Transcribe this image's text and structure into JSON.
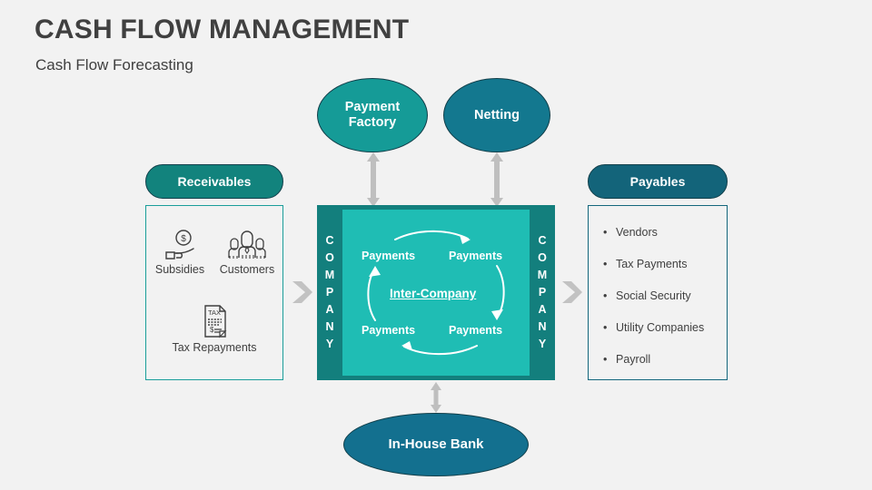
{
  "header": {
    "title": "CASH FLOW MANAGEMENT",
    "subtitle": "Cash Flow Forecasting"
  },
  "colors": {
    "background": "#f2f2f2",
    "title_text": "#404040",
    "teal_light": "#1FBDB4",
    "teal_mid": "#159B97",
    "teal_dark": "#137F7D",
    "blue_teal": "#13788F",
    "blue_dark": "#13647A",
    "outline": "#123f4a",
    "arrow_gray": "#bfbfbf",
    "body_text": "#3f3f3f"
  },
  "nodes": {
    "payment_factory": {
      "label": "Payment Factory",
      "line1": "Payment",
      "line2": "Factory",
      "shape": "ellipse",
      "fill": "#159B97"
    },
    "netting": {
      "label": "Netting",
      "shape": "ellipse",
      "fill": "#13788F"
    },
    "in_house_bank": {
      "label": "In-House Bank",
      "shape": "ellipse",
      "fill": "#13708F"
    }
  },
  "receivables": {
    "header": "Receivables",
    "items": [
      {
        "label": "Subsidies",
        "icon": "hand-holding-dollar-icon"
      },
      {
        "label": "Customers",
        "icon": "people-group-icon"
      },
      {
        "label": "Tax Repayments",
        "icon": "tax-document-icon"
      }
    ],
    "tax_icon_text": "TAX"
  },
  "payables": {
    "header": "Payables",
    "items": [
      "Vendors",
      "Tax Payments",
      "Social Security",
      "Utility Companies",
      "Payroll"
    ]
  },
  "center": {
    "company_left": "COMPANY",
    "company_right": "COMPANY",
    "company_letters": [
      "C",
      "O",
      "M",
      "P",
      "A",
      "N",
      "Y"
    ],
    "inter_company": "Inter-Company",
    "payments": {
      "top_left": "Payments",
      "top_right": "Payments",
      "bottom_left": "Payments",
      "bottom_right": "Payments"
    }
  },
  "connectors": {
    "receivables_to_company": "chevron-right-icon",
    "company_to_payables": "chevron-right-icon",
    "payment_factory_link": "double-arrow-vertical-icon",
    "netting_link": "double-arrow-vertical-icon",
    "bank_link": "double-arrow-vertical-icon"
  }
}
